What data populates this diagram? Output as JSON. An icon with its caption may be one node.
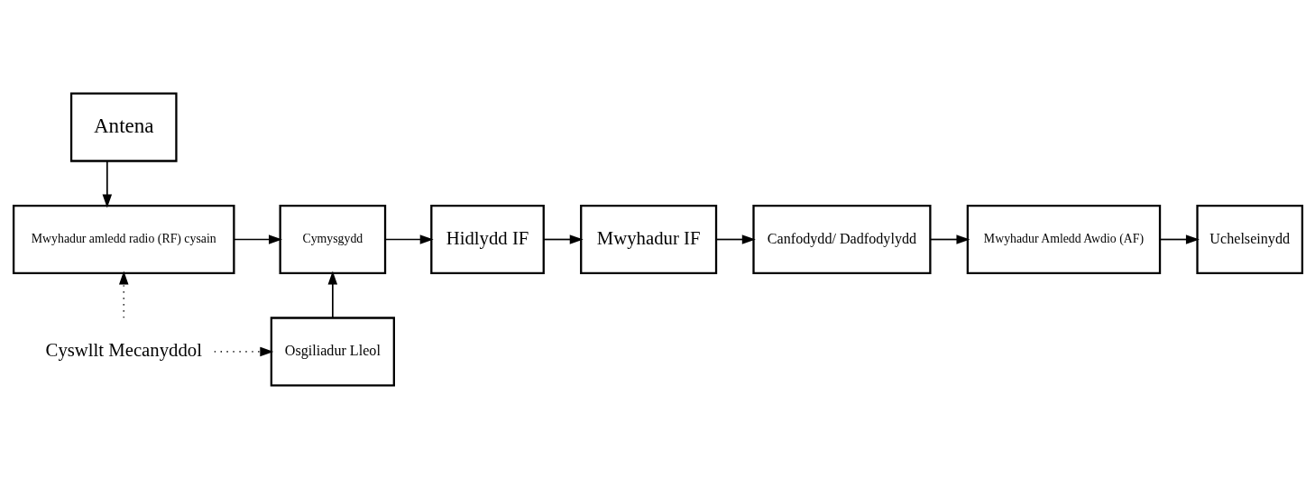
{
  "diagram": {
    "nodes": [
      {
        "text": [
          "Antena"
        ]
      },
      {
        "text": [
          "Mwyhadur amledd radio (RF) cysain"
        ]
      },
      {
        "text": [
          "Cymysgydd"
        ]
      },
      {
        "text": [
          "Hidlydd IF"
        ]
      },
      {
        "text": [
          "Mwyhadur IF"
        ]
      },
      {
        "text": [
          "Canfodydd/ Dadfodylydd"
        ]
      },
      {
        "text": [
          "Mwyhadur Amledd Awdio (AF)"
        ]
      },
      {
        "text": [
          "Uchelseinydd"
        ]
      },
      {
        "text": [
          "Osgiliadur Lleol"
        ]
      },
      {
        "text": [
          "Cyswllt Mecanyddol"
        ]
      }
    ],
    "edges": [
      {
        "from": 0,
        "to": 1,
        "arrow": "to"
      },
      {
        "from": 1,
        "to": 2,
        "arrow": "to"
      },
      {
        "from": 2,
        "to": 3,
        "arrow": "to"
      },
      {
        "from": 3,
        "to": 4,
        "arrow": "to"
      },
      {
        "from": 4,
        "to": 5,
        "arrow": "to"
      },
      {
        "from": 5,
        "to": 6,
        "arrow": "to"
      },
      {
        "from": 6,
        "to": 7,
        "arrow": "to"
      },
      {
        "from": 8,
        "to": 2,
        "arrow": "to"
      },
      {
        "from": 9,
        "to": 1,
        "arrow": "to",
        "style": "dashed"
      },
      {
        "from": 9,
        "to": 8,
        "arrow": "to",
        "style": "dashed"
      }
    ]
  }
}
